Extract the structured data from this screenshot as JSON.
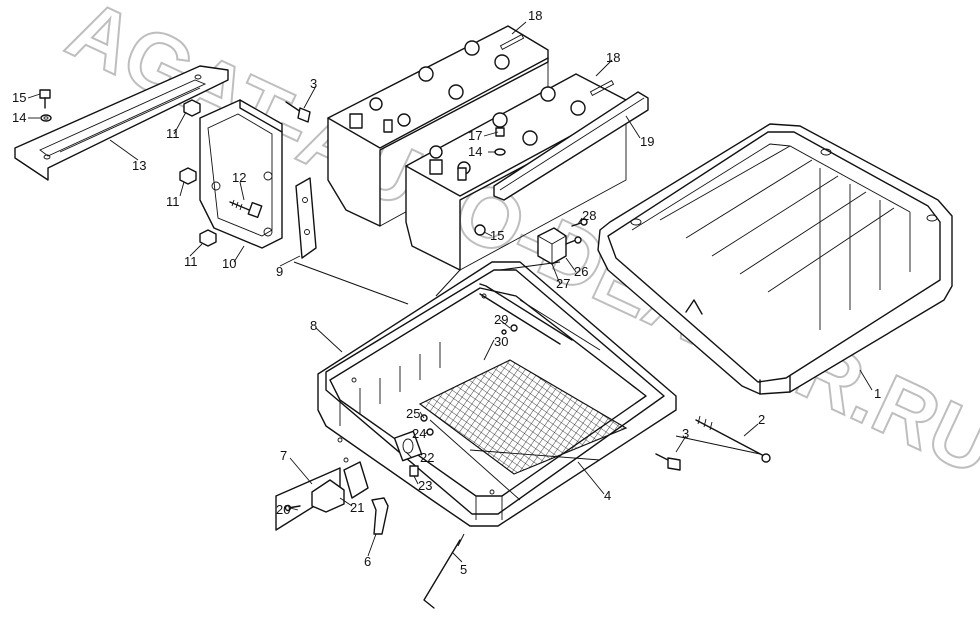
{
  "watermark": "AGAT-AUTO-DEALER.RU",
  "callouts": [
    {
      "id": "c1",
      "label": "1"
    },
    {
      "id": "c2",
      "label": "2"
    },
    {
      "id": "c3a",
      "label": "3"
    },
    {
      "id": "c3b",
      "label": "3"
    },
    {
      "id": "c4",
      "label": "4"
    },
    {
      "id": "c5",
      "label": "5"
    },
    {
      "id": "c6",
      "label": "6"
    },
    {
      "id": "c7",
      "label": "7"
    },
    {
      "id": "c8",
      "label": "8"
    },
    {
      "id": "c9",
      "label": "9"
    },
    {
      "id": "c10",
      "label": "10"
    },
    {
      "id": "c11a",
      "label": "11"
    },
    {
      "id": "c11b",
      "label": "11"
    },
    {
      "id": "c11c",
      "label": "11"
    },
    {
      "id": "c12",
      "label": "12"
    },
    {
      "id": "c13",
      "label": "13"
    },
    {
      "id": "c14a",
      "label": "14"
    },
    {
      "id": "c14b",
      "label": "14"
    },
    {
      "id": "c15a",
      "label": "15"
    },
    {
      "id": "c15b",
      "label": "15"
    },
    {
      "id": "c17",
      "label": "17"
    },
    {
      "id": "c18a",
      "label": "18"
    },
    {
      "id": "c18b",
      "label": "18"
    },
    {
      "id": "c19",
      "label": "19"
    },
    {
      "id": "c20",
      "label": "20"
    },
    {
      "id": "c21",
      "label": "21"
    },
    {
      "id": "c22",
      "label": "22"
    },
    {
      "id": "c23",
      "label": "23"
    },
    {
      "id": "c24",
      "label": "24"
    },
    {
      "id": "c25",
      "label": "25"
    },
    {
      "id": "c26",
      "label": "26"
    },
    {
      "id": "c27",
      "label": "27"
    },
    {
      "id": "c28",
      "label": "28"
    },
    {
      "id": "c29",
      "label": "29"
    },
    {
      "id": "c30",
      "label": "30"
    }
  ]
}
